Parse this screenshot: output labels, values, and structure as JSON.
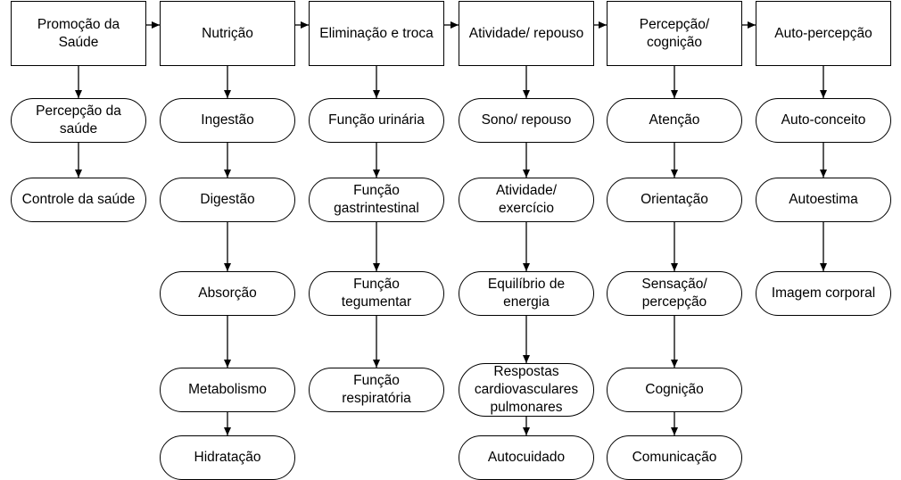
{
  "columns": [
    {
      "id": "promocao",
      "header": "Promoção da\nSaúde",
      "items": [
        "Percepção da\nsaúde",
        "Controle da saúde"
      ]
    },
    {
      "id": "nutricao",
      "header": "Nutrição",
      "items": [
        "Ingestão",
        "Digestão",
        "Absorção",
        "Metabolismo",
        "Hidratação"
      ]
    },
    {
      "id": "eliminacao",
      "header": "Eliminação e troca",
      "items": [
        "Função urinária",
        "Função\ngastrintestinal",
        "Função\ntegumentar",
        "Função\nrespiratória"
      ]
    },
    {
      "id": "atividade",
      "header": "Atividade/ repouso",
      "items": [
        "Sono/ repouso",
        "Atividade/\nexercício",
        "Equilíbrio de\nenergia",
        "Respostas\ncardiovasculares\npulmonares",
        "Autocuidado"
      ]
    },
    {
      "id": "percepcao",
      "header": "Percepção/\ncognição",
      "items": [
        "Atenção",
        "Orientação",
        "Sensação/\npercepção",
        "Cognição",
        "Comunicação"
      ]
    },
    {
      "id": "autopercepcao",
      "header": "Auto-percepção",
      "items": [
        "Auto-conceito",
        "Autoestima",
        "Imagem corporal"
      ]
    }
  ]
}
